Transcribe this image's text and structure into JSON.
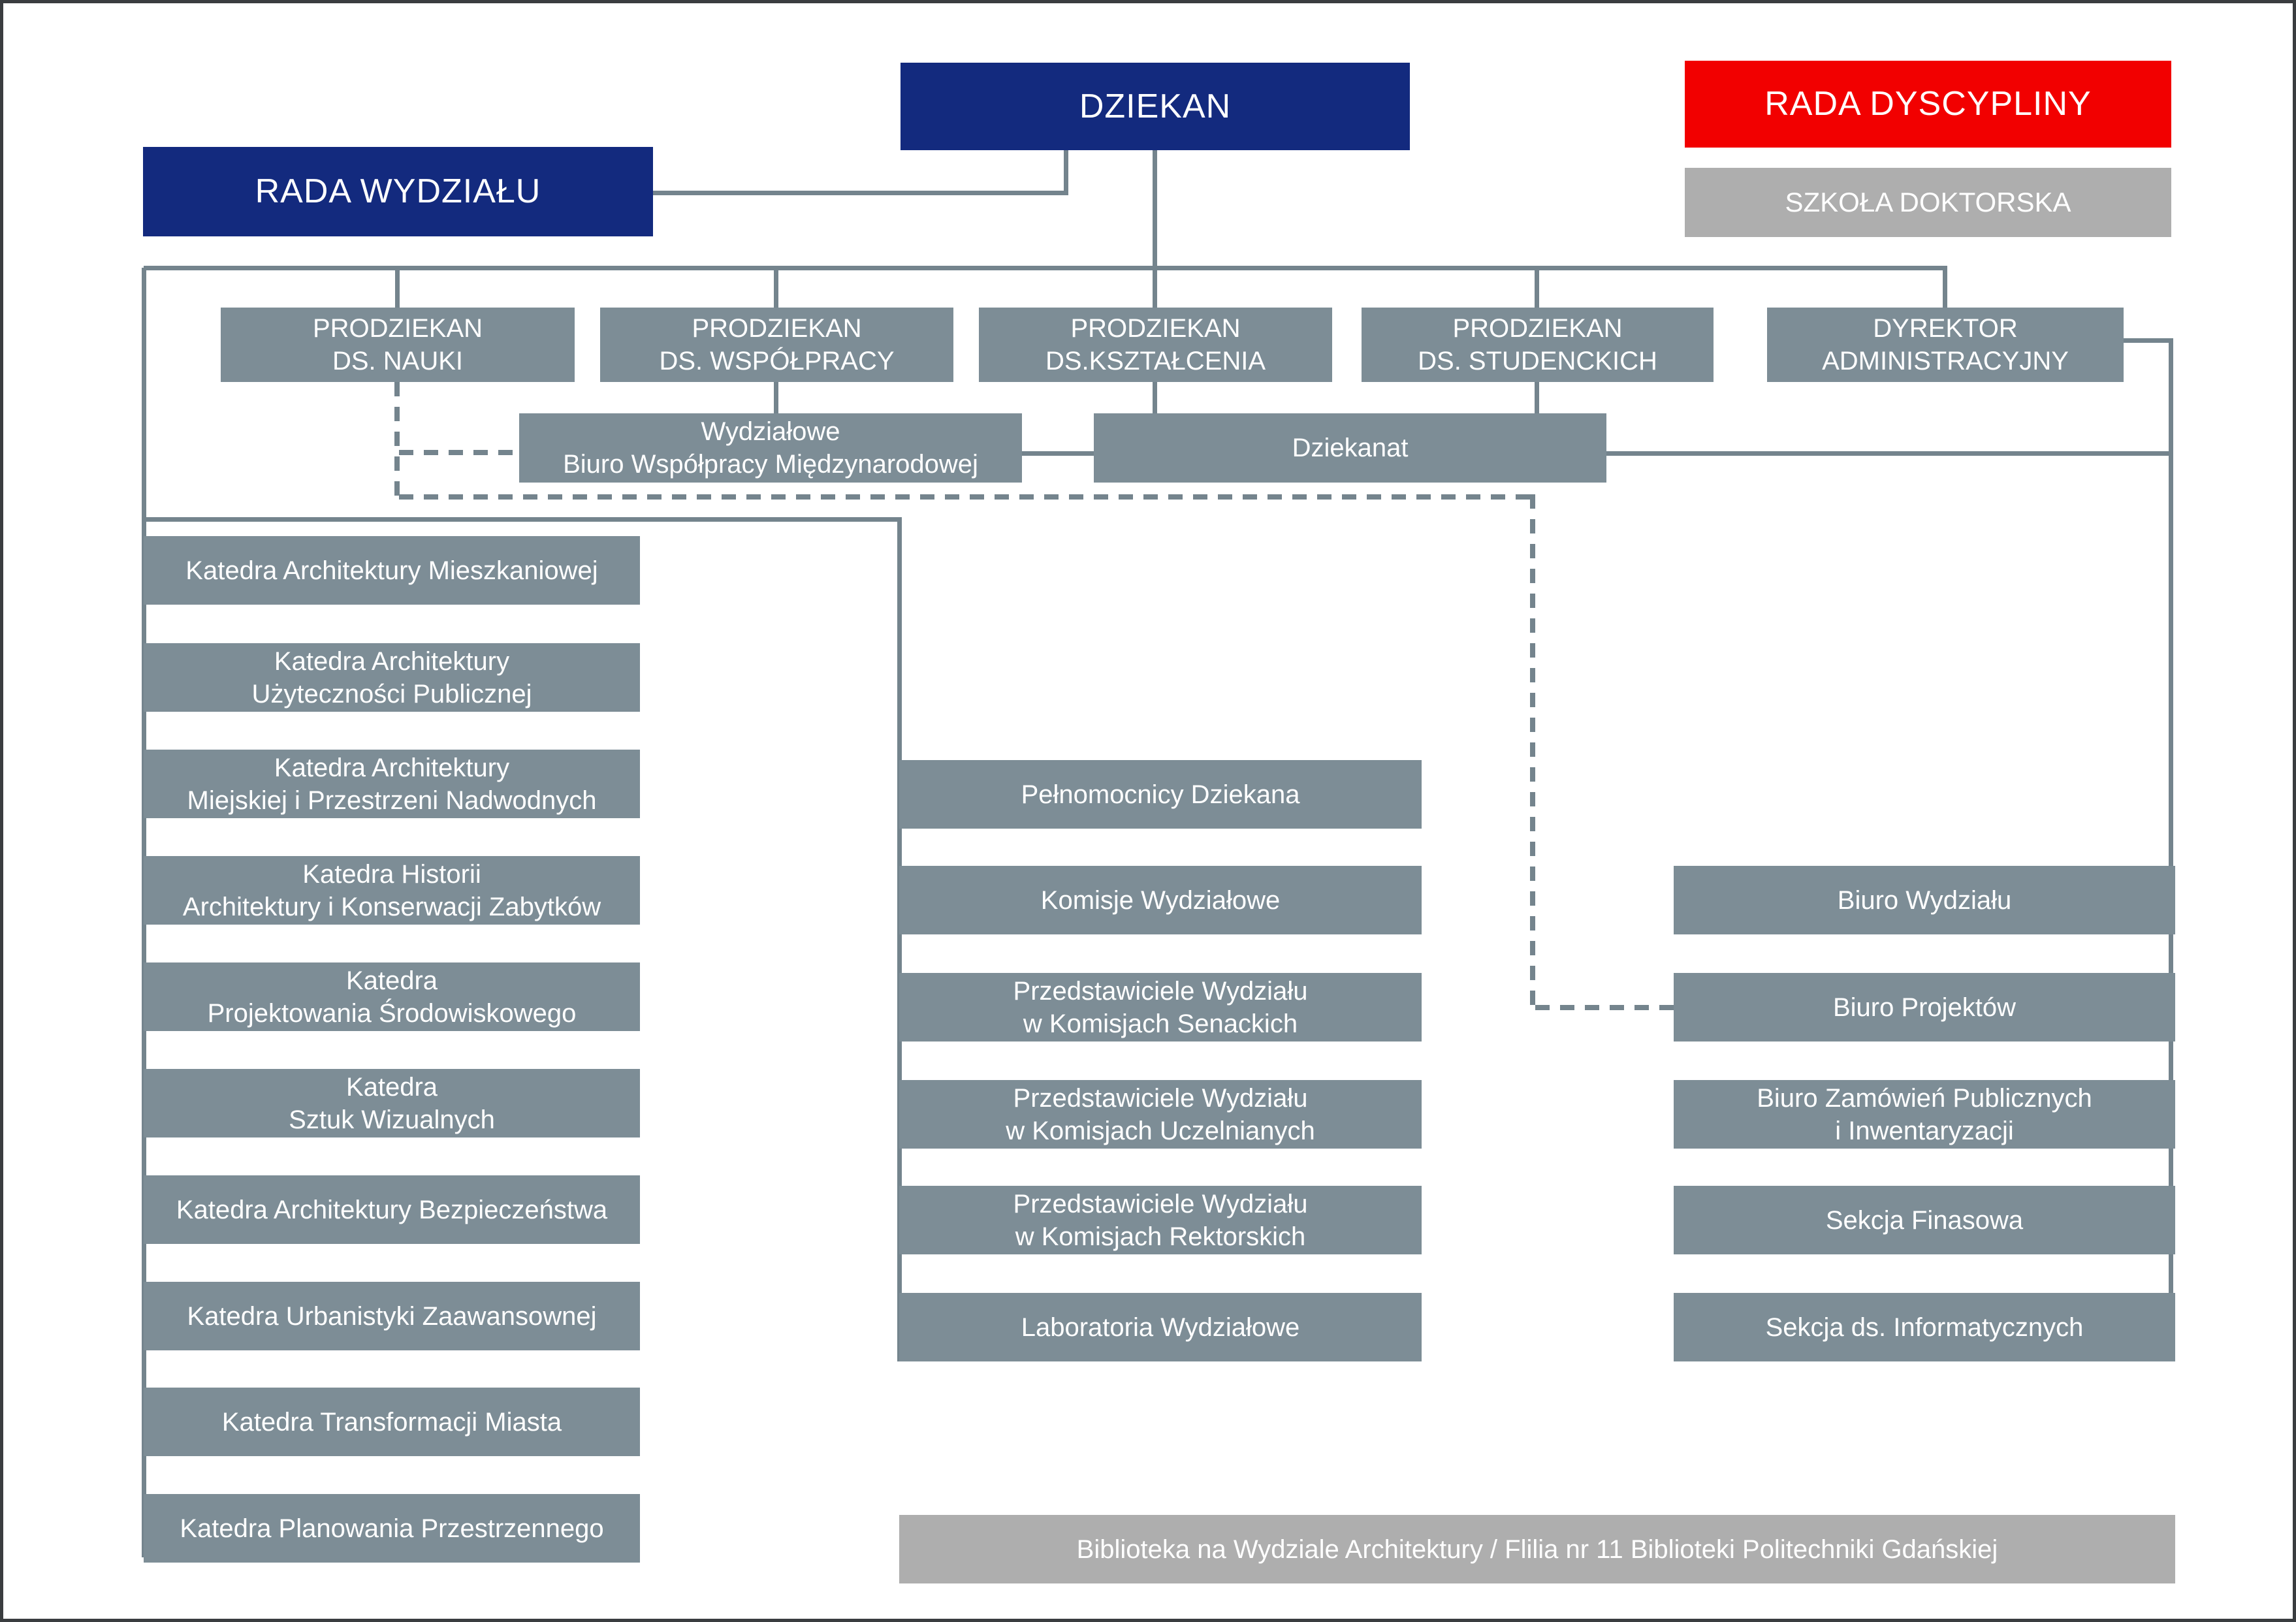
{
  "top": {
    "dziekan": "DZIEKAN",
    "rada_wydzialu": "RADA WYDZIAŁU",
    "rada_dyscypliny": "RADA DYSCYPLINY",
    "szkola_doktorska": "SZKOŁA DOKTORSKA"
  },
  "prodziekani": [
    "PRODZIEKAN\nDS. NAUKI",
    "PRODZIEKAN\nDS. WSPÓŁPRACY",
    "PRODZIEKAN\nDS.KSZTAŁCENIA",
    "PRODZIEKAN\nDS. STUDENCKICH",
    "DYREKTOR\nADMINISTRACYJNY"
  ],
  "offices": {
    "wydzialowe": "Wydziałowe\nBiuro Współpracy Międzynarodowej",
    "dziekanat": "Dziekanat"
  },
  "katedry": [
    "Katedra Architektury Mieszkaniowej",
    "Katedra Architektury\nUżyteczności Publicznej",
    "Katedra Architektury\nMiejskiej i Przestrzeni Nadwodnych",
    "Katedra Historii\nArchitektury i Konserwacji Zabytków",
    "Katedra\nProjektowania Środowiskowego",
    "Katedra\nSztuk Wizualnych",
    "Katedra Architektury Bezpieczeństwa",
    "Katedra Urbanistyki Zaawansownej",
    "Katedra Transformacji Miasta",
    "Katedra Planowania Przestrzennego"
  ],
  "middle": [
    "Pełnomocnicy Dziekana",
    "Komisje Wydziałowe",
    "Przedstawiciele Wydziału\nw Komisjach Senackich",
    "Przedstawiciele Wydziału\nw Komisjach Uczelnianych",
    "Przedstawiciele Wydziału\nw Komisjach Rektorskich",
    "Laboratoria Wydziałowe"
  ],
  "admin": [
    "Biuro Wydziału",
    "Biuro Projektów",
    "Biuro Zamówień Publicznych\ni Inwentaryzacji",
    "Sekcja Finasowa",
    "Sekcja ds. Informatycznych"
  ],
  "library": {
    "label": "Biblioteka na Wydziale Architektury / Flilia nr 11 Biblioteki Politechniki Gdańskiej"
  },
  "colors": {
    "navy": "#132a7e",
    "red": "#f20000",
    "box_gray": "#7d8d96",
    "light_gray": "#aeaeae",
    "line": "#74848d",
    "text": "#ffffff"
  }
}
